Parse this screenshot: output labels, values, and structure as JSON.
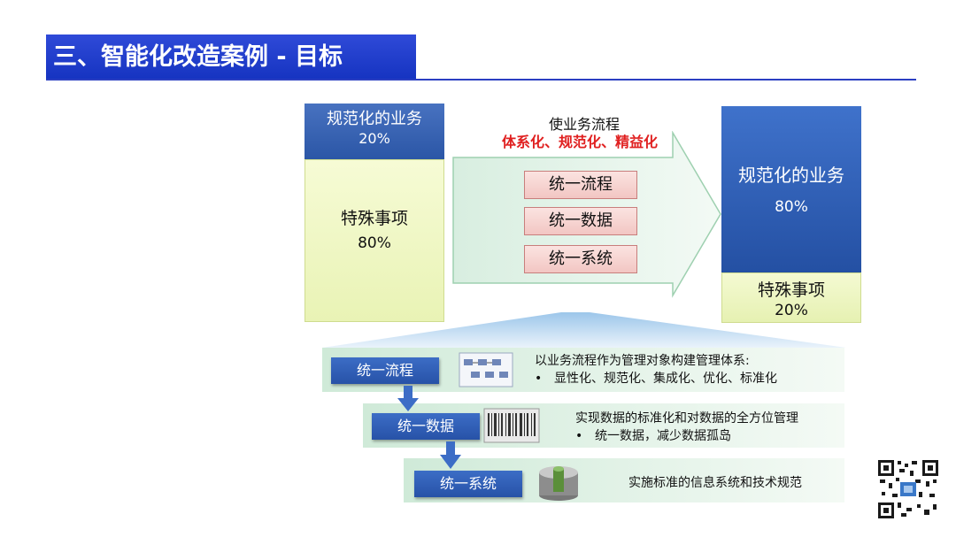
{
  "title": "三、智能化改造案例 - 目标",
  "left": {
    "top_label": "规范化的业务",
    "top_pct": "20%",
    "bottom_label": "特殊事项",
    "bottom_pct": "80%"
  },
  "arrow": {
    "caption": "使业务流程",
    "caption_red": "体系化、规范化、精益化",
    "items": [
      "统一流程",
      "统一数据",
      "统一系统"
    ]
  },
  "right": {
    "top_label": "规范化的业务",
    "top_pct": "80%",
    "bottom_label": "特殊事项",
    "bottom_pct": "20%"
  },
  "details": [
    {
      "label": "统一流程",
      "line1": "以业务流程作为管理对象构建管理体系:",
      "bullet": "•",
      "line2": "显性化、规范化、集成化、优化、标准化",
      "icon": "process-diagram-icon"
    },
    {
      "label": "统一数据",
      "line1": "实现数据的标准化和对数据的全方位管理",
      "bullet": "•",
      "line2": "统一数据，减少数据孤岛",
      "icon": "barcode-icon"
    },
    {
      "label": "统一系统",
      "line1": "实施标准的信息系统和技术规范",
      "bullet": "",
      "line2": "",
      "icon": "database-icon"
    }
  ],
  "colors": {
    "title_bg": "#1533c0",
    "blue_box": "#2b56a6",
    "green_box": "#e9f3b5",
    "pill": "#f2c6c3",
    "red_text": "#e02020"
  }
}
